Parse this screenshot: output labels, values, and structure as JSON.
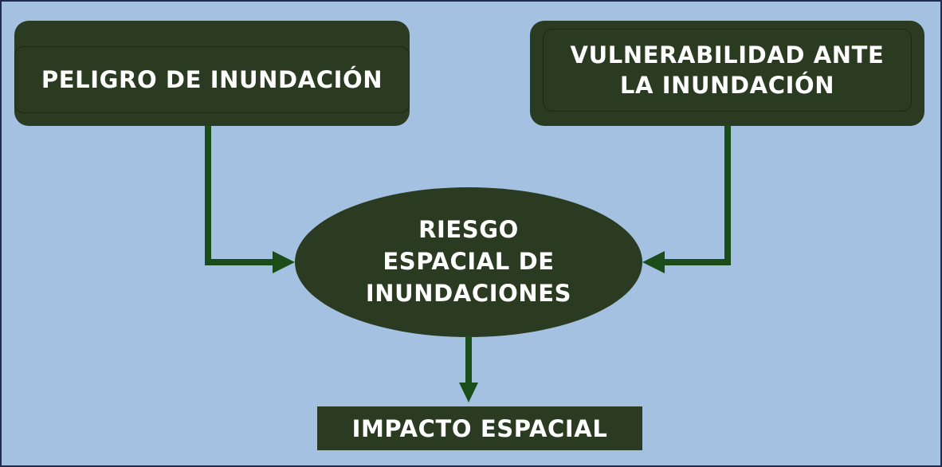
{
  "diagram": {
    "nodes": {
      "hazard": {
        "label": "PELIGRO DE INUNDACIÓN"
      },
      "vulnerability": {
        "label": "VULNERABILIDAD ANTE\nLA INUNDACIÓN"
      },
      "risk": {
        "label": "RIESGO\nESPACIAL DE\nINUNDACIONES"
      },
      "impact": {
        "label": "IMPACTO ESPACIAL"
      }
    },
    "edges": [
      {
        "from": "hazard",
        "to": "risk"
      },
      {
        "from": "vulnerability",
        "to": "risk"
      },
      {
        "from": "risk",
        "to": "impact"
      }
    ],
    "colors": {
      "background": "#a5c1e2",
      "node_fill": "#2b3b21",
      "arrow": "#1a4d1a",
      "text": "#ffffff",
      "frame": "#1f2c4d"
    }
  }
}
